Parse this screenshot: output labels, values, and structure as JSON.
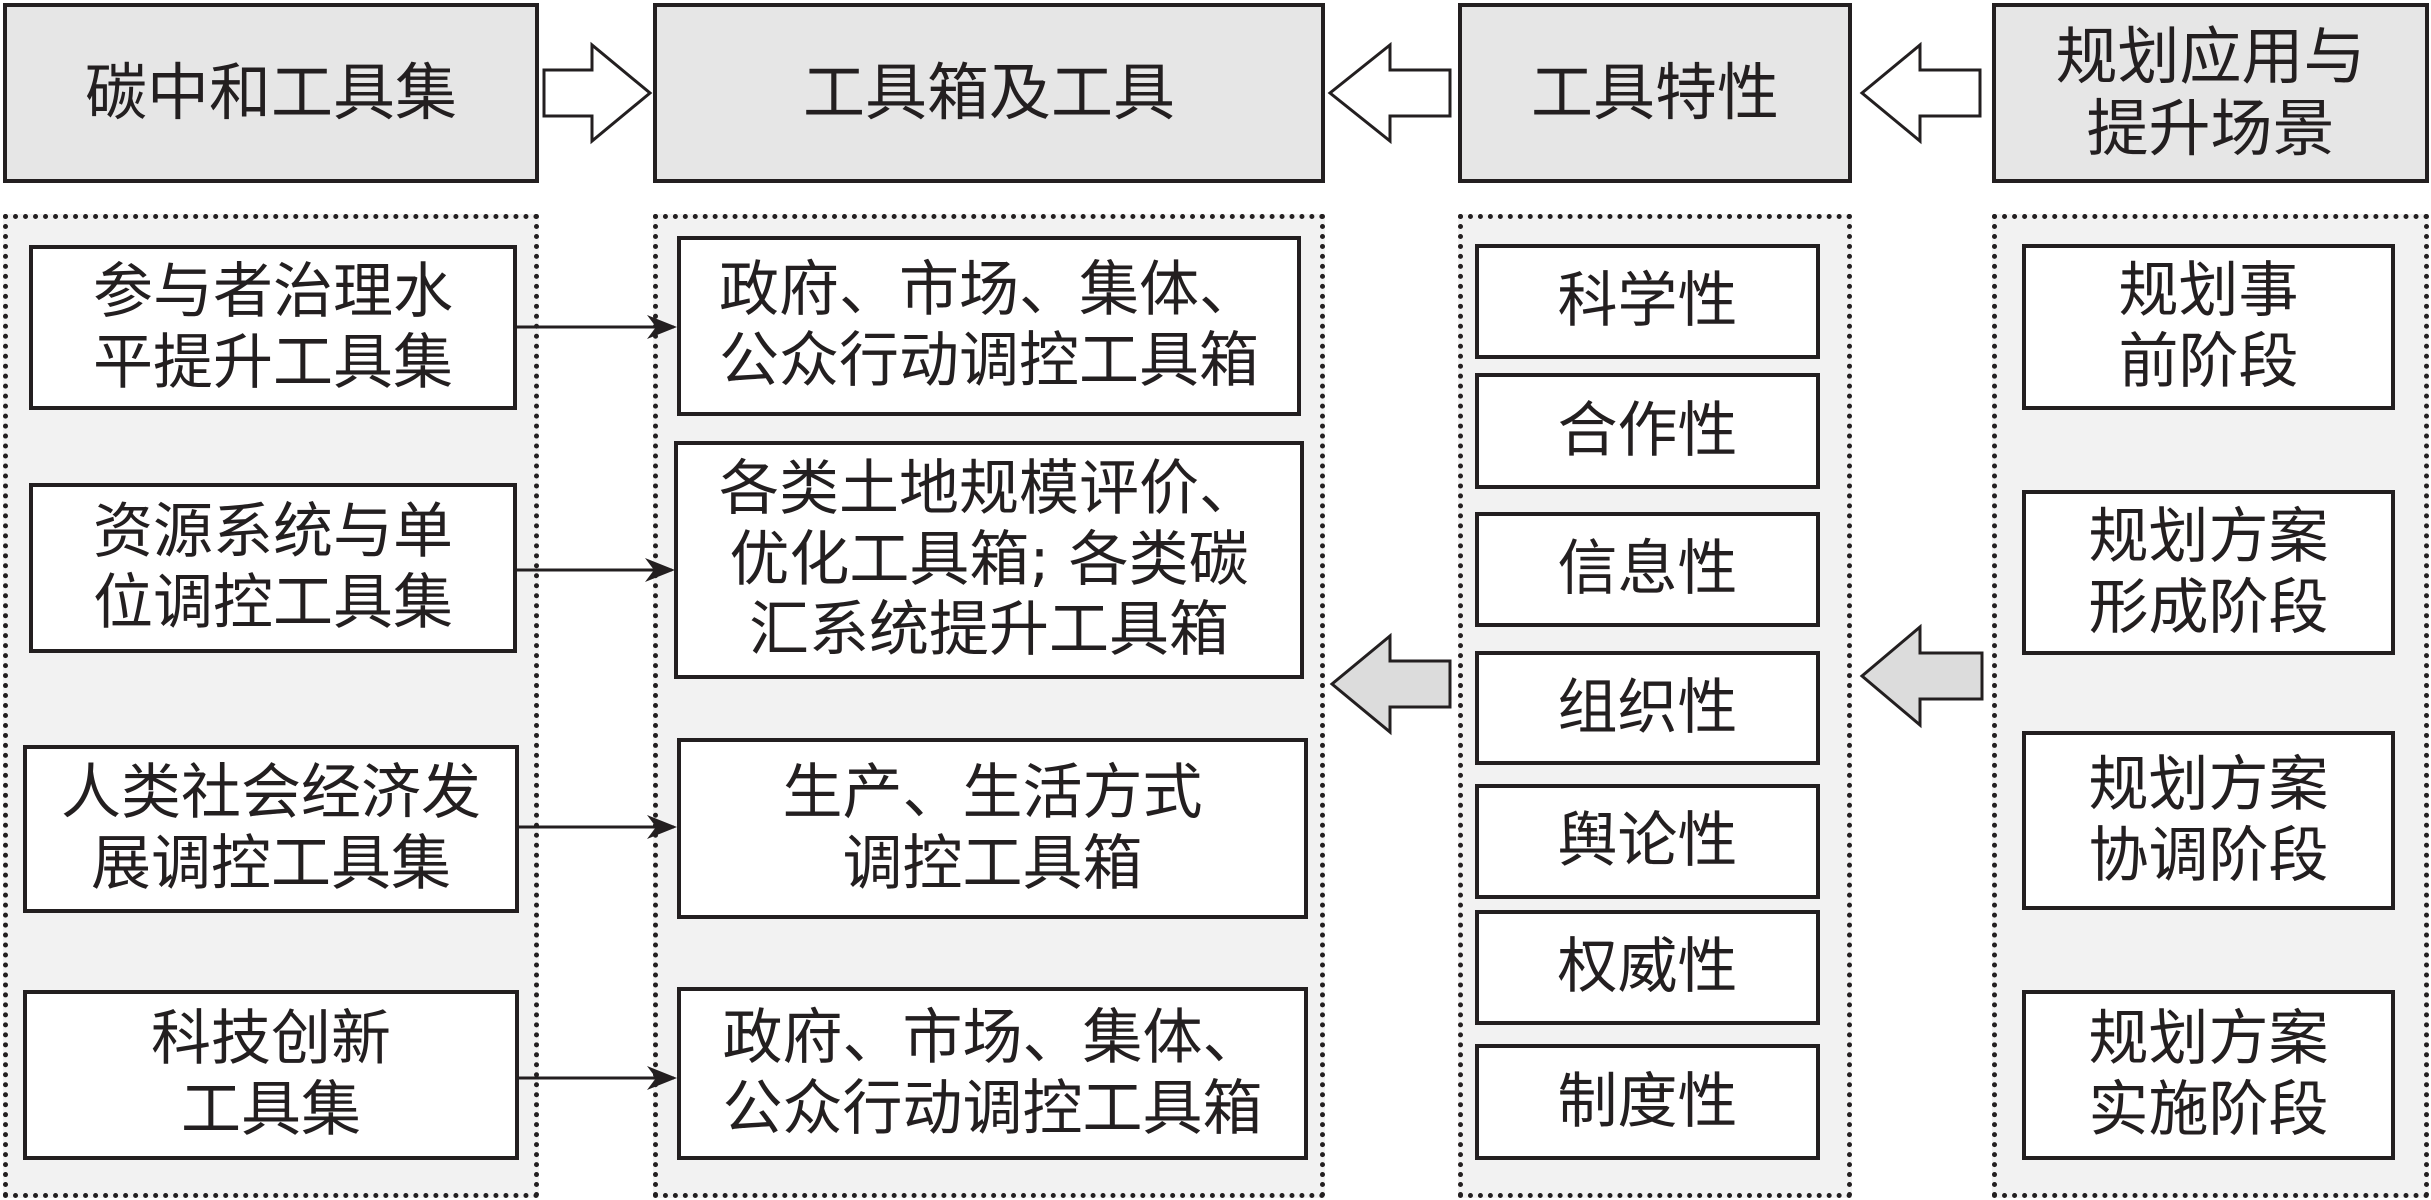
{
  "headers": {
    "toolset": "碳中和工具集",
    "toolbox": "工具箱及工具",
    "features": "工具特性",
    "scenarios": "规划应用与\n提升场景"
  },
  "toolsets": [
    "参与者治理水\n平提升工具集",
    "资源系统与单\n位调控工具集",
    "人类社会经济发\n展调控工具集",
    "科技创新\n工具集"
  ],
  "toolboxes": [
    "政府、市场、集体、\n公众行动调控工具箱",
    "各类土地规模评价、\n优化工具箱; 各类碳\n汇系统提升工具箱",
    "生产、生活方式\n调控工具箱",
    "政府、市场、集体、\n公众行动调控工具箱"
  ],
  "features": [
    "科学性",
    "合作性",
    "信息性",
    "组织性",
    "舆论性",
    "权威性",
    "制度性"
  ],
  "scenarios": [
    "规划事\n前阶段",
    "规划方案\n形成阶段",
    "规划方案\n协调阶段",
    "规划方案\n实施阶段"
  ],
  "colors": {
    "header_fill": "#e6e6e6",
    "panel_fill": "#f2f2f2",
    "box_fill": "#ffffff",
    "stroke": "#231f20"
  }
}
